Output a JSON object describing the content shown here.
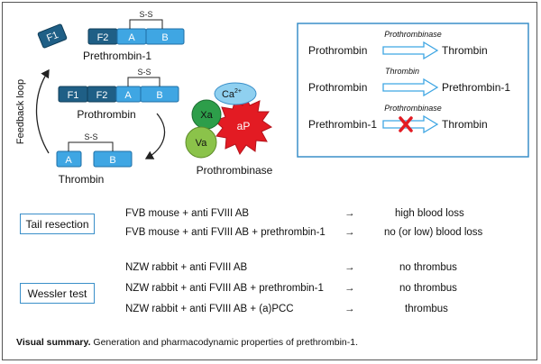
{
  "diagram": {
    "domains": {
      "f1": "F1",
      "f2": "F2",
      "a": "A",
      "b": "B",
      "ss": "S-S"
    },
    "molecules": {
      "prethrombin1": "Prethrombin-1",
      "prothrombin": "Prothrombin",
      "thrombin": "Thrombin",
      "prothrombinase": "Prothrombinase"
    },
    "feedback_loop": "Feedback loop",
    "complex": {
      "xa": "Xa",
      "va": "Va",
      "ca": "Ca",
      "ca_sup": "2+",
      "ap": "aP"
    },
    "legend": {
      "rows": [
        {
          "substrate": "Prothrombin",
          "enzyme": "Prothrombinase",
          "product": "Thrombin",
          "blocked": false
        },
        {
          "substrate": "Prothrombin",
          "enzyme": "Thrombin",
          "product": "Prethrombin-1",
          "blocked": false
        },
        {
          "substrate": "Prethrombin-1",
          "enzyme": "Prothrombinase",
          "product": "Thrombin",
          "blocked": true
        }
      ]
    },
    "colors": {
      "dark_blue": "#1f5f86",
      "light_blue": "#3fa6e3",
      "xa_green": "#2d9e4a",
      "va_green": "#8bc34a",
      "ca_blue": "#8fd0f0",
      "ap_red": "#e31b23",
      "box_border": "#3a8fc9"
    }
  },
  "tail_resection": {
    "label": "Tail resection",
    "rows": [
      {
        "condition": "FVB mouse + anti FVIII AB",
        "arrow": "→",
        "result": "high blood loss"
      },
      {
        "condition": "FVB mouse + anti FVIII AB + prethrombin-1",
        "arrow": "→",
        "result": "no (or low) blood loss"
      }
    ]
  },
  "wessler_test": {
    "label": "Wessler test",
    "rows": [
      {
        "condition": "NZW rabbit + anti FVIII AB",
        "arrow": "→",
        "result": "no thrombus"
      },
      {
        "condition": "NZW rabbit + anti FVIII AB + prethrombin-1",
        "arrow": "→",
        "result": "no thrombus"
      },
      {
        "condition": "NZW rabbit + anti FVIII AB + (a)PCC",
        "arrow": "→",
        "result": "thrombus"
      }
    ]
  },
  "caption": {
    "bold": "Visual summary.",
    "text": " Generation and pharmacodynamic properties of prethrombin-1."
  }
}
